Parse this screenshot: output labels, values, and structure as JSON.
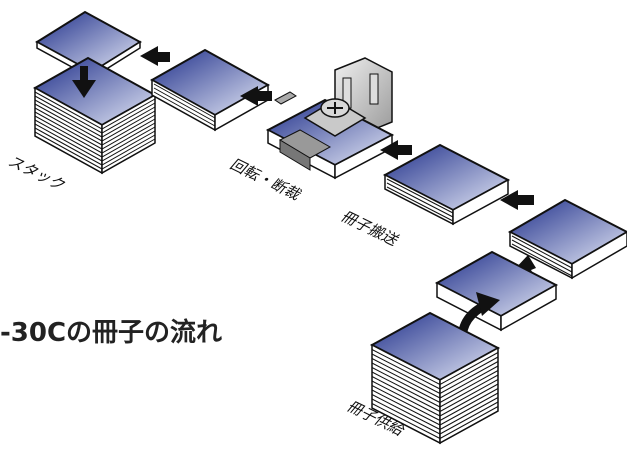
{
  "title": "-30Cの冊子の流れ",
  "steps": {
    "stack": "スタック",
    "rotate_cut": "回転・断裁",
    "conveyance": "冊子搬送",
    "supply": "冊子供給"
  },
  "colors": {
    "book_dark": "#1f2f8a",
    "book_light": "#e4e8f6",
    "paper": "#ffffff",
    "outline": "#111111",
    "arrow": "#111111",
    "machine": "#b9b9b9"
  }
}
